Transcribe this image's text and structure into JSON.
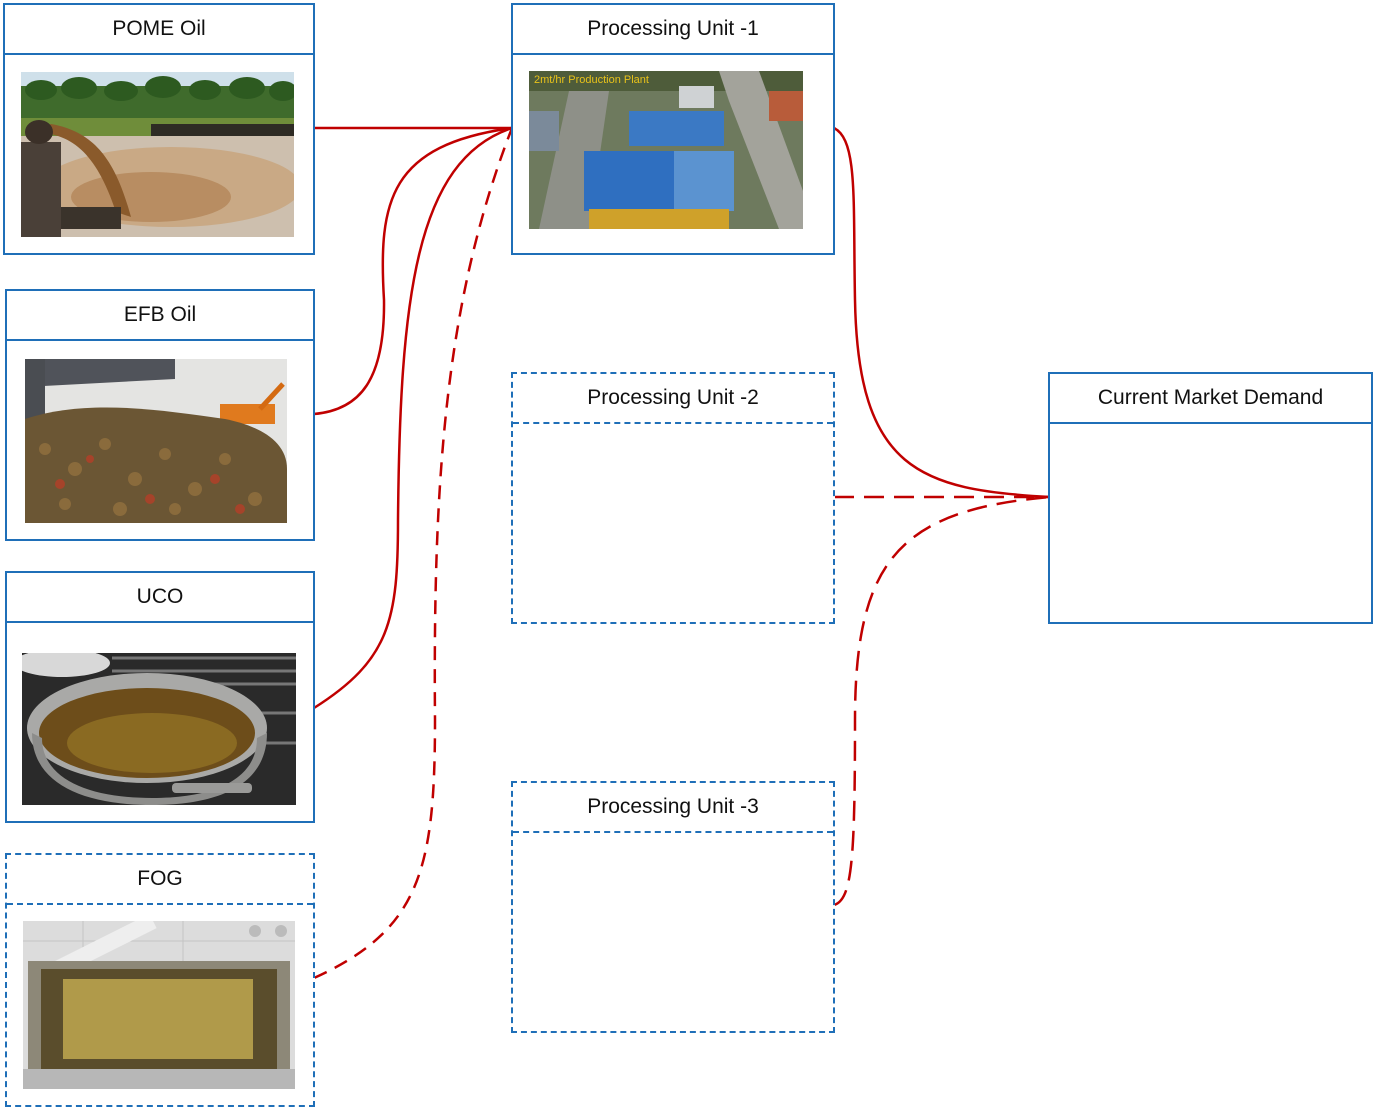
{
  "sources": [
    {
      "id": "pome",
      "title": "POME Oil",
      "image": "pome-photo",
      "style": "solid"
    },
    {
      "id": "efb",
      "title": "EFB Oil",
      "image": "efb-photo",
      "style": "solid"
    },
    {
      "id": "uco",
      "title": "UCO",
      "image": "uco-photo",
      "style": "solid"
    },
    {
      "id": "fog",
      "title": "FOG",
      "image": "fog-photo",
      "style": "dashed"
    }
  ],
  "units": [
    {
      "id": "unit1",
      "title": "Processing Unit -1",
      "image_caption": "2mt/hr Production Plant",
      "style": "solid"
    },
    {
      "id": "unit2",
      "title": "Processing Unit -2",
      "style": "dashed"
    },
    {
      "id": "unit3",
      "title": "Processing Unit -3",
      "style": "dashed"
    }
  ],
  "demand": {
    "title": "Current Market Demand",
    "style": "solid"
  },
  "connections": [
    {
      "from": "POME Oil",
      "to": "Processing Unit -1",
      "style": "solid"
    },
    {
      "from": "EFB Oil",
      "to": "Processing Unit -1",
      "style": "solid"
    },
    {
      "from": "UCO",
      "to": "Processing Unit -1",
      "style": "solid"
    },
    {
      "from": "FOG",
      "to": "Processing Unit -1",
      "style": "dashed"
    },
    {
      "from": "Processing Unit -1",
      "to": "Current Market Demand",
      "style": "solid"
    },
    {
      "from": "Processing Unit -2",
      "to": "Current Market Demand",
      "style": "dashed"
    },
    {
      "from": "Processing Unit -3",
      "to": "Current Market Demand",
      "style": "dashed"
    }
  ],
  "colors": {
    "box_border": "#1f6fb8",
    "connector": "#c00000"
  }
}
